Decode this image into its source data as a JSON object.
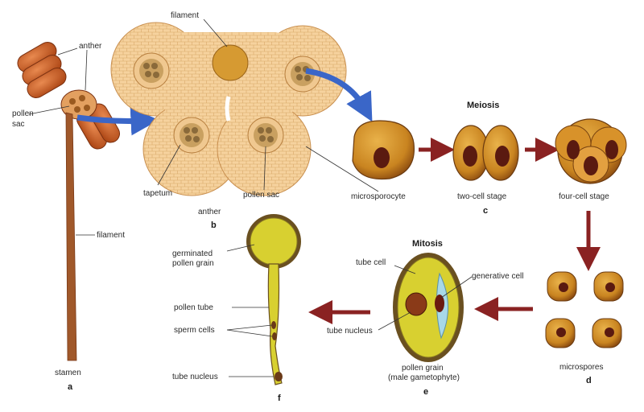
{
  "labels": {
    "anther_a": "anther",
    "pollen_sac_a": [
      "pollen",
      "sac"
    ],
    "filament_a": "filament",
    "stamen": "stamen",
    "letter_a": "a",
    "filament_b": "filament",
    "tapetum": "tapetum",
    "pollen_sac_b": "pollen sac",
    "anther_b": "anther",
    "letter_b": "b",
    "microsporocyte": "microsporocyte",
    "meiosis": "Meiosis",
    "two_cell": "two-cell stage",
    "letter_c": "c",
    "four_cell": "four-cell stage",
    "microspores": "microspores",
    "letter_d": "d",
    "mitosis": "Mitosis",
    "tube_cell": "tube cell",
    "generative_cell": "generative cell",
    "tube_nucleus_e": "tube nucleus",
    "pollen_grain": [
      "pollen grain",
      "(male gametophyte)"
    ],
    "letter_e": "e",
    "germinated": [
      "germinated",
      "pollen grain"
    ],
    "pollen_tube": "pollen tube",
    "sperm_cells": "sperm cells",
    "tube_nucleus_f": "tube nucleus",
    "letter_f": "f"
  },
  "colors": {
    "tissue": "#f6d29e",
    "tissue_line": "#d9a868",
    "cell_gold": "#c98420",
    "cell_dark": "#8a4a10",
    "nucleus": "#5a1a10",
    "anther_red": "#c25a22",
    "filament_brown": "#a0582a",
    "pollen_yellow": "#d8d030",
    "pollen_rim": "#6a5020",
    "blue_arrow": "#3a66c8",
    "red_arrow": "#8a2222"
  }
}
